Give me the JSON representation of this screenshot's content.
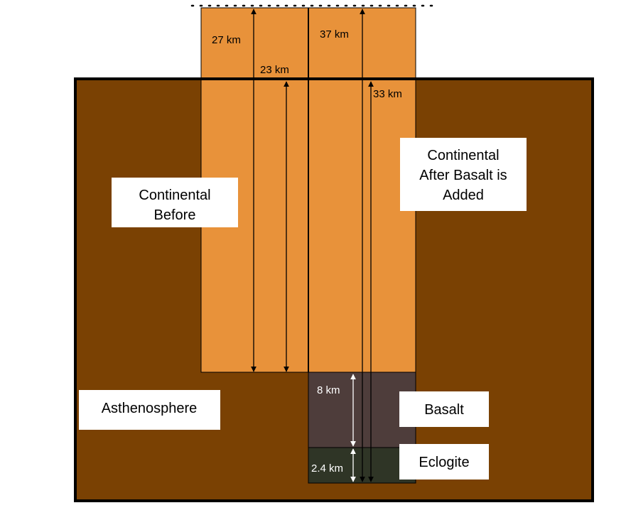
{
  "colors": {
    "asthenosphere": "#7a4103",
    "continental": "#e8923a",
    "basalt": "#4e3d3b",
    "eclogite": "#2f3526",
    "label_bg": "#ffffff",
    "outline": "#000000"
  },
  "labels": {
    "continental_before_line1": "Continental",
    "continental_before_line2": "Before",
    "continental_after_line1": "Continental",
    "continental_after_line2": "After Basalt is",
    "continental_after_line3": "Added",
    "asthenosphere": "Asthenosphere",
    "basalt": "Basalt",
    "eclogite": "Eclogite"
  },
  "measurements": {
    "left_total": "27 km",
    "left_below_surface": "23 km",
    "right_total": "37 km",
    "right_below_surface": "33 km",
    "basalt_thickness": "8 km",
    "eclogite_thickness": "2.4 km"
  }
}
